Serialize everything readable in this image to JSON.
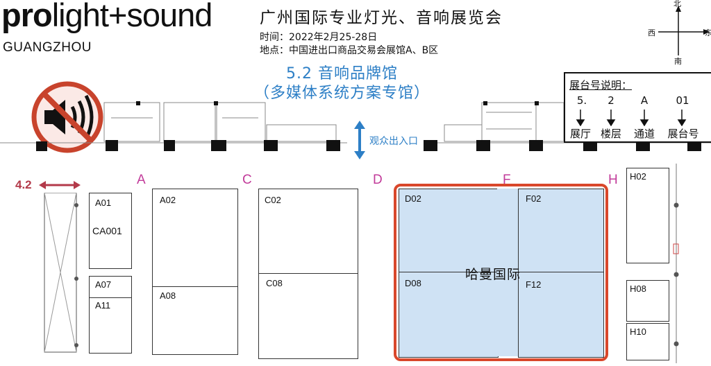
{
  "header": {
    "logo_bold": "pro",
    "logo_rest": "light+sound",
    "logo_city": "GUANGZHOU",
    "title": "广州国际专业灯光、音响展览会",
    "time": "时间：2022年2月25-28日",
    "location": "地点：中国进出口商品交易会展馆A、B区"
  },
  "hall": {
    "name": "5.2  音响品牌馆",
    "subtitle": "（多媒体系统方案专馆）"
  },
  "compass": {
    "north": "北",
    "south": "南",
    "west": "西",
    "east": "东"
  },
  "legend": {
    "title": "展台号说明：",
    "codes": [
      "5.",
      "2",
      "A",
      "01"
    ],
    "meanings": [
      "展厅",
      "楼层",
      "通道",
      "展台号"
    ]
  },
  "entrance_label": "观众出入口",
  "width_marker": "4.2",
  "aisles": [
    "A",
    "C",
    "D",
    "F",
    "H"
  ],
  "booths": {
    "a01": "A01",
    "ca001": "CA001",
    "a07": "A07",
    "a11": "A11",
    "a02": "A02",
    "a08": "A08",
    "c02": "C02",
    "c08": "C08",
    "d02": "D02",
    "d08": "D08",
    "f02": "F02",
    "f12": "F12",
    "h02": "H02",
    "h08": "H08",
    "h10": "H10"
  },
  "exhibitor": "哈曼国际",
  "colors": {
    "accent_blue": "#2d7fc6",
    "aisle_magenta": "#c23b9a",
    "highlight_red": "#d9472b",
    "booth_blue": "#cfe2f4"
  }
}
